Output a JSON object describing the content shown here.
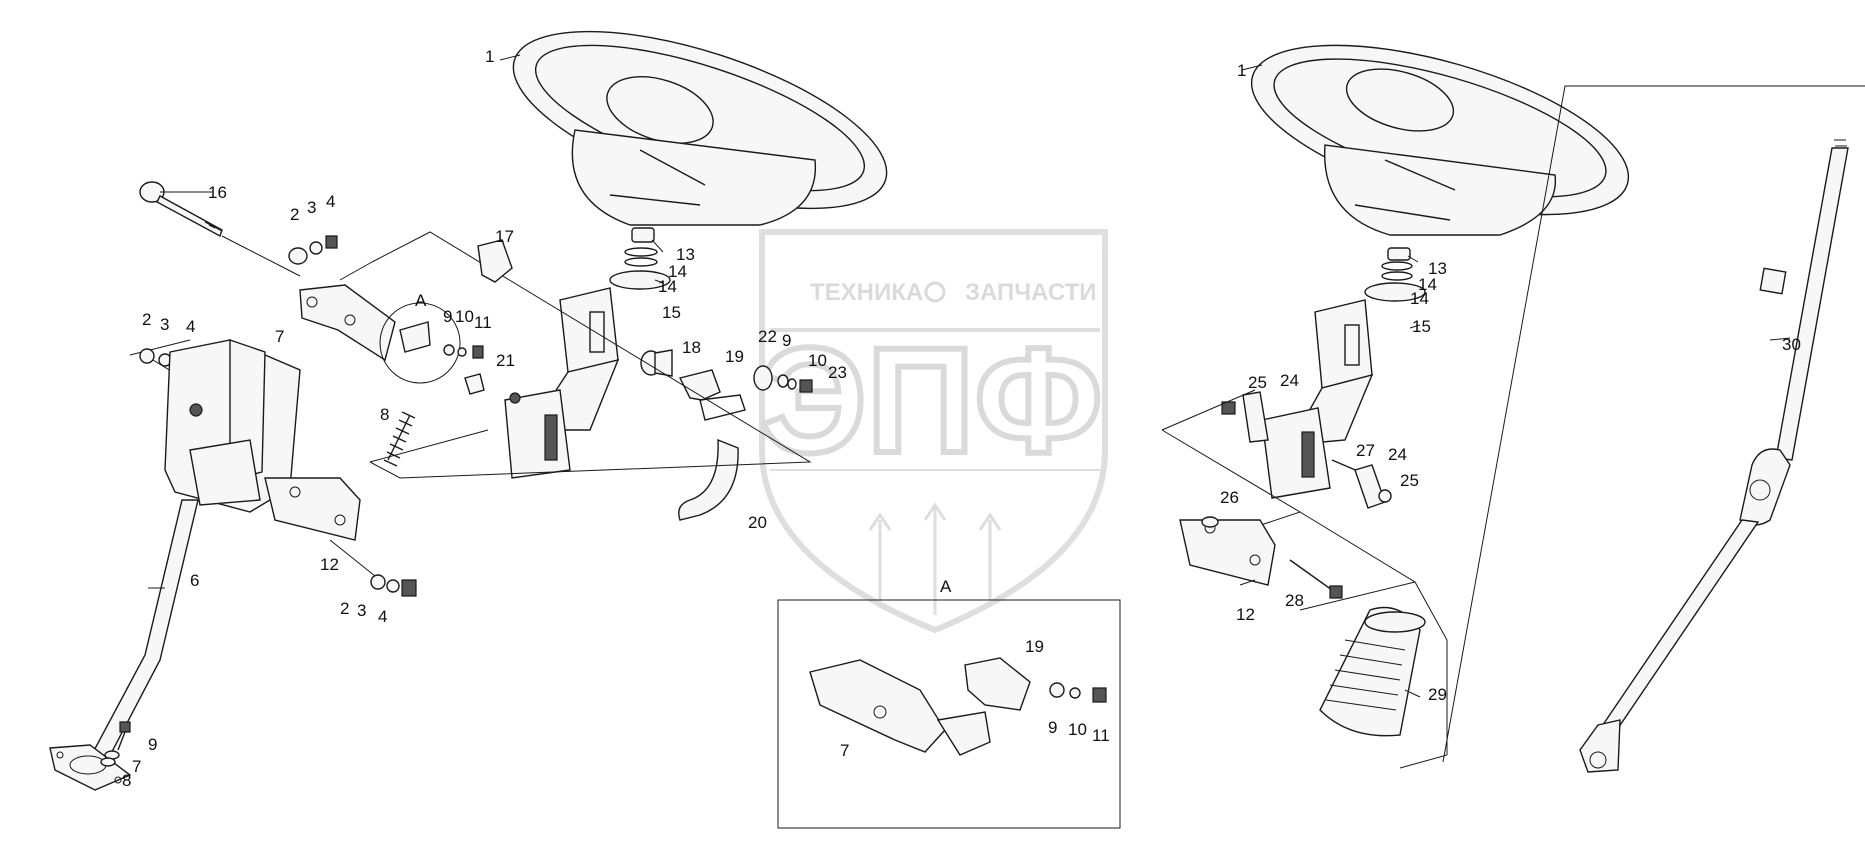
{
  "watermark": {
    "top_left": "ТЕХНИКА",
    "top_right": "ЗАПЧАСТИ",
    "big": "ЭПФ",
    "color": "#b8b8b8"
  },
  "detail_view": {
    "marker_main": "A",
    "marker_box": "A"
  },
  "callouts": {
    "left": [
      "1",
      "16",
      "2",
      "3",
      "4",
      "2",
      "3",
      "4",
      "17",
      "7",
      "A",
      "9",
      "10",
      "11",
      "21",
      "8",
      "13",
      "14",
      "14",
      "15",
      "18",
      "19",
      "22",
      "9",
      "10",
      "23",
      "6",
      "12",
      "2",
      "3",
      "4",
      "9",
      "7",
      "8",
      "20"
    ],
    "inset": [
      "19",
      "7",
      "9",
      "10",
      "11"
    ],
    "right": [
      "1",
      "13",
      "14",
      "14",
      "15",
      "25",
      "24",
      "27",
      "24",
      "25",
      "26",
      "12",
      "28",
      "29",
      "30"
    ]
  }
}
